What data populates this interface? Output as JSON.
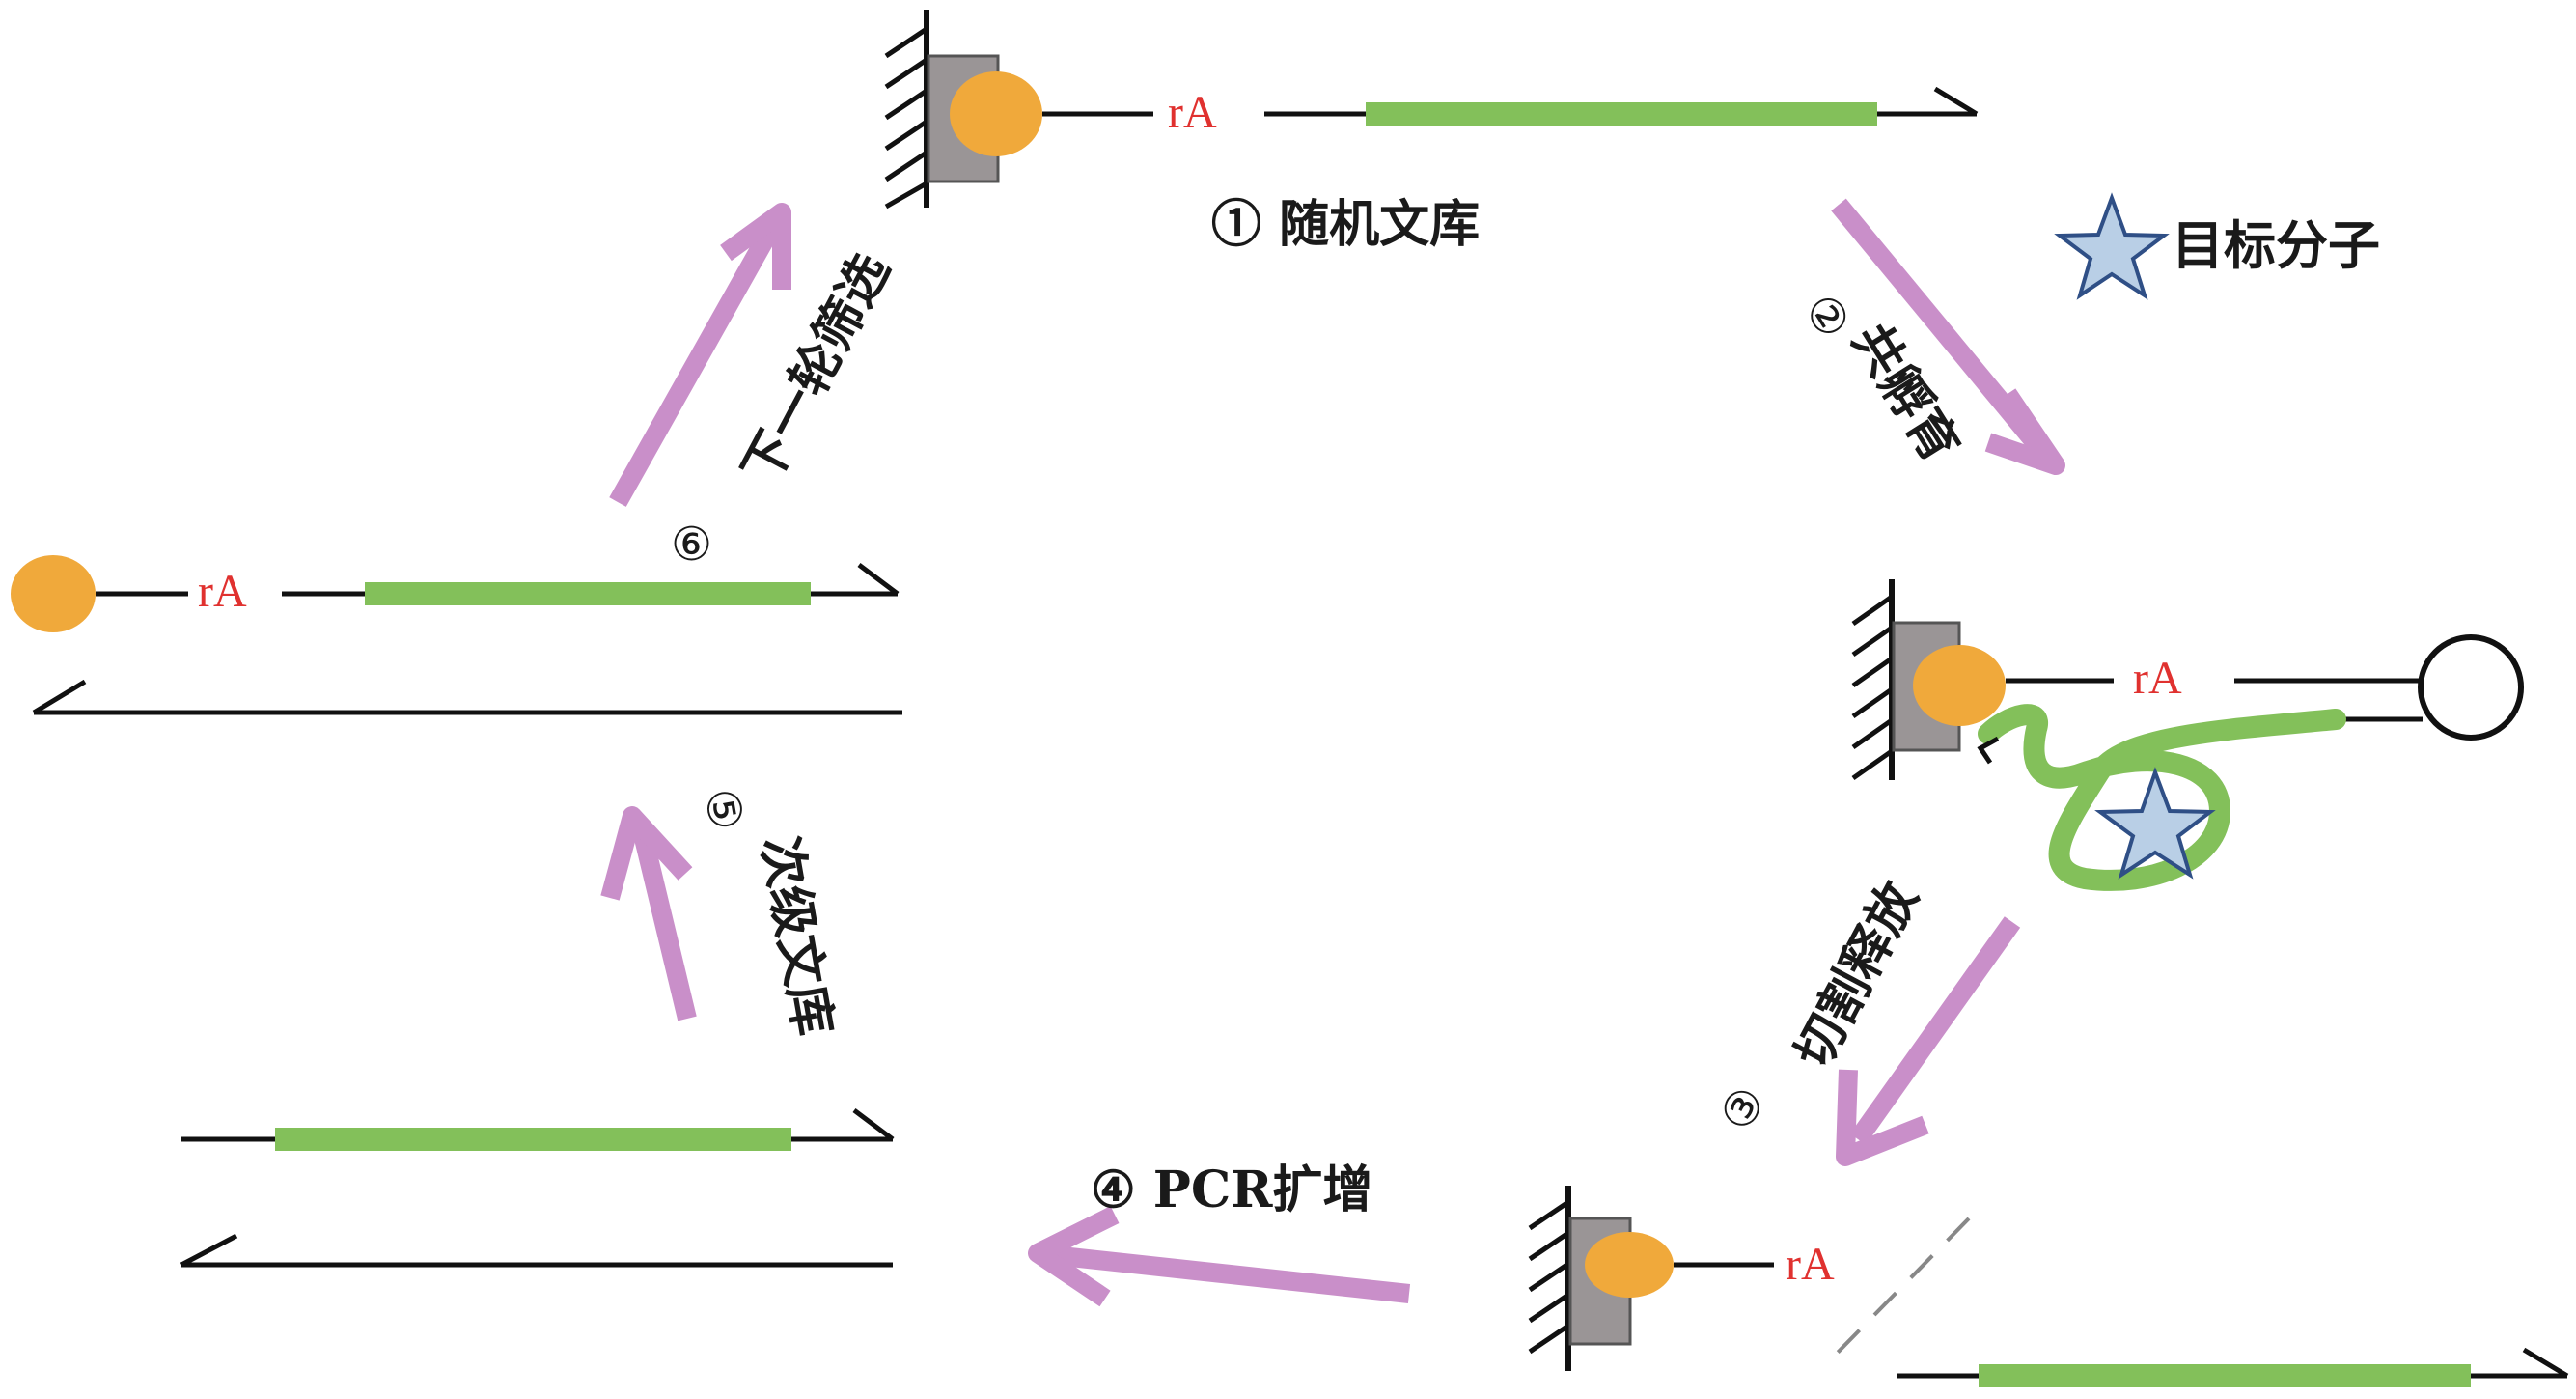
{
  "labels": {
    "step1": "① 随机文库",
    "target": "目标分子",
    "step2_num": "②",
    "step2": "共孵育",
    "step3_num": "③",
    "step3": "切割释放",
    "step4": "④ PCR扩增",
    "step5_num": "⑤",
    "step5": "次级文库",
    "step6_num": "⑥",
    "step6": "下一轮筛选",
    "ra": "rA"
  },
  "colors": {
    "green": "#83c05a",
    "orange": "#f0a93b",
    "arrow": "#c98fc9",
    "block": "#9a9596",
    "star": "#b9cfe6",
    "ra_text": "#e0312f"
  }
}
